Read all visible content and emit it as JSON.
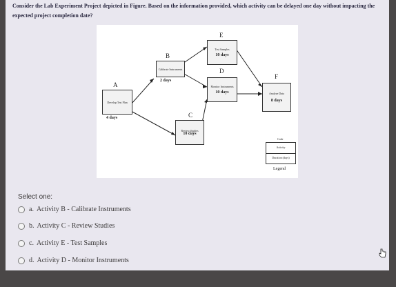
{
  "question": "Consider the Lab Experiment Project depicted in Figure. Based on the information provided, which activity can be delayed one day without impacting the expected project completion date?",
  "figure": {
    "nodes": [
      {
        "id": "A",
        "label": "Develop Test Plan",
        "duration": "4 days"
      },
      {
        "id": "B",
        "label": "Calibrate Instruments",
        "duration": "2 days"
      },
      {
        "id": "C",
        "label": "Review Studies",
        "duration": "10 days"
      },
      {
        "id": "D",
        "label": "Monitor Instruments",
        "duration": "10 days"
      },
      {
        "id": "E",
        "label": "Test Samples",
        "duration": "10 days"
      },
      {
        "id": "F",
        "label": "Analyze Data",
        "duration": "8 days"
      }
    ],
    "legend": {
      "code": "Code",
      "activity": "Activity",
      "duration": "Duration (days)",
      "title": "Legend"
    }
  },
  "select_label": "Select one:",
  "options": [
    {
      "letter": "a.",
      "text": "Activity B - Calibrate Instruments"
    },
    {
      "letter": "b.",
      "text": "Activity C - Review Studies"
    },
    {
      "letter": "c.",
      "text": "Activity E - Test Samples"
    },
    {
      "letter": "d.",
      "text": "Activity D - Monitor Instruments"
    }
  ]
}
